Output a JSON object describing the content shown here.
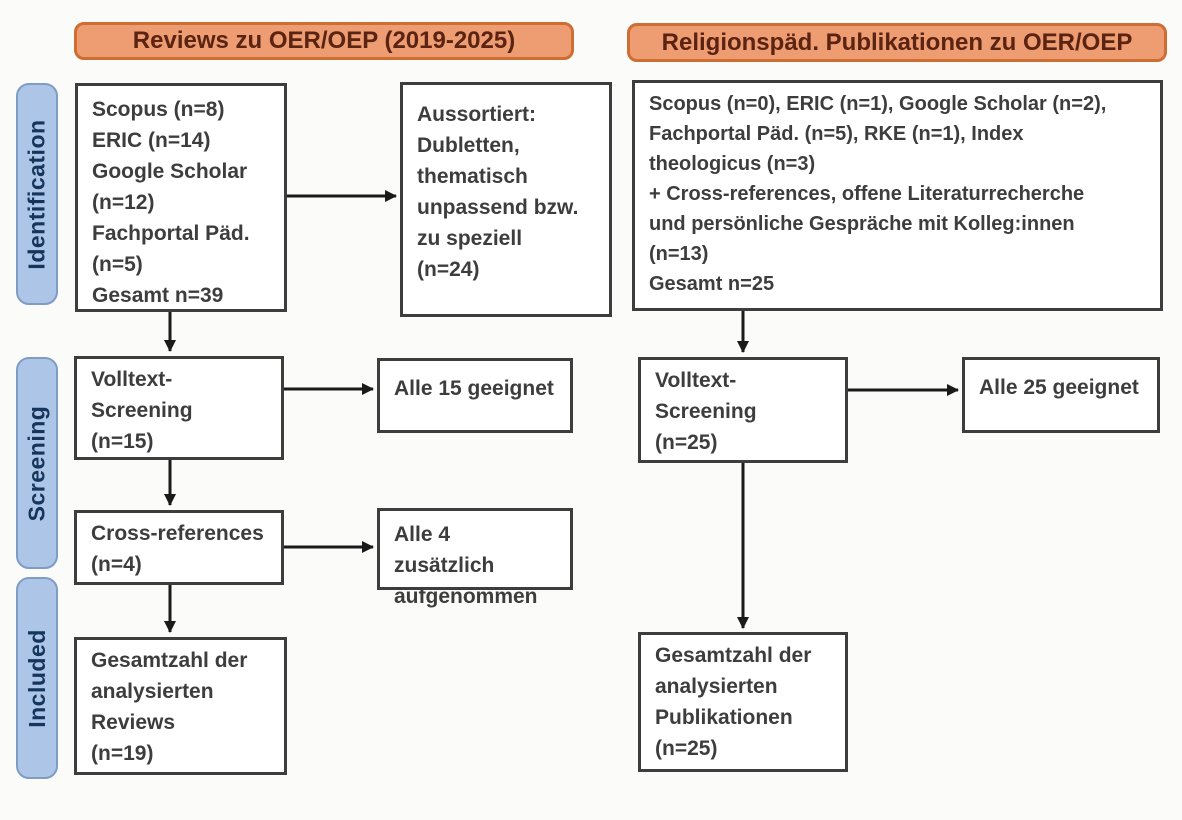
{
  "diagram": {
    "headers": {
      "left": "Reviews zu OER/OEP (2019-2025)",
      "right": "Religionspäd. Publikationen zu OER/OEP"
    },
    "stages": [
      {
        "label": "Identification"
      },
      {
        "label": "Screening"
      },
      {
        "label": "Included"
      }
    ],
    "boxes": {
      "left_identification": "Scopus (n=8)\nERIC (n=14)\nGoogle Scholar\n(n=12)\nFachportal Päd.\n(n=5)\nGesamt n=39",
      "left_excluded": "Aussortiert:\nDubletten,\nthematisch\nunpassend bzw.\nzu speziell\n(n=24)",
      "left_fulltext": "Volltext-\nScreening\n(n=15)",
      "left_fulltext_result": "Alle 15 geeignet",
      "left_crossref": "Cross-references\n(n=4)",
      "left_crossref_result": "Alle 4 zusätzlich\naufgenommen",
      "left_included": "Gesamtzahl der\nanalysierten\nReviews\n(n=19)",
      "right_identification": "Scopus (n=0), ERIC (n=1), Google Scholar (n=2),\nFachportal Päd. (n=5), RKE (n=1), Index\ntheologicus (n=3)\n+ Cross-references, offene Literaturrecherche\nund persönliche Gespräche mit Kolleg:innen\n(n=13)\nGesamt n=25",
      "right_fulltext": "Volltext-\nScreening\n(n=25)",
      "right_fulltext_result": "Alle 25 geeignet",
      "right_included": "Gesamtzahl der\nanalysierten\nPublikationen\n(n=25)"
    },
    "colors": {
      "header_fill": "#ee9c72",
      "header_border": "#cf6e33",
      "header_text": "#5a2312",
      "stage_fill": "#adc5e7",
      "stage_border": "#7f9dc4",
      "stage_text": "#16355c",
      "box_border": "#3d3d3d",
      "box_text": "#3d3d3d",
      "arrow": "#1a1a1a"
    }
  }
}
